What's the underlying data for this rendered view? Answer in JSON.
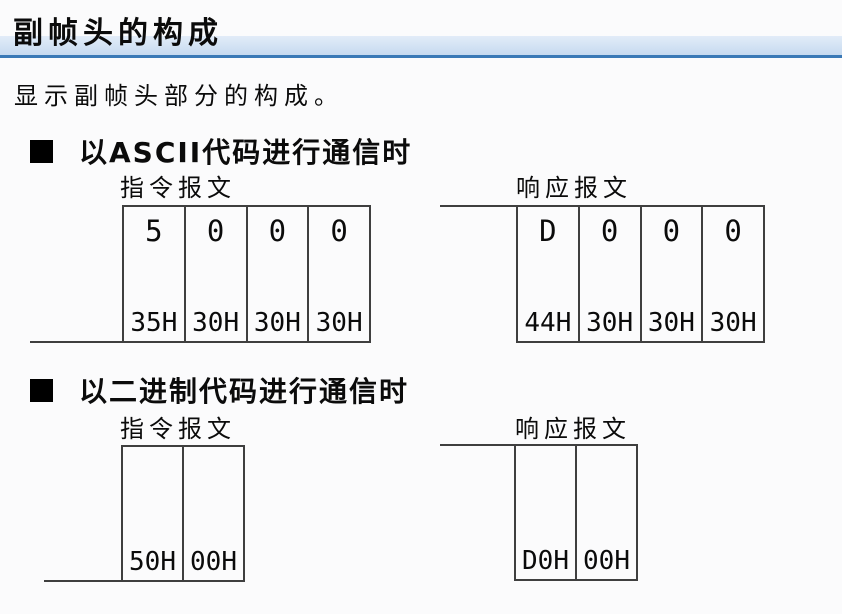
{
  "page": {
    "title": "副帧头的构成",
    "intro": "显示副帧头部分的构成。"
  },
  "colors": {
    "page_bg": "#fbfbfc",
    "band_top": "#e2ecf8",
    "band_bottom": "#c6daf0",
    "underline": "#3a79b6",
    "line": "#3f3f3f",
    "text": "#0b0b0b"
  },
  "sections": [
    {
      "heading": "以ASCII代码进行通信时",
      "tables": [
        {
          "label": "指令报文",
          "connector": "bottom-left",
          "columns": [
            {
              "char": "5",
              "hex": "35H"
            },
            {
              "char": "0",
              "hex": "30H"
            },
            {
              "char": "0",
              "hex": "30H"
            },
            {
              "char": "0",
              "hex": "30H"
            }
          ]
        },
        {
          "label": "响应报文",
          "connector": "top-left",
          "columns": [
            {
              "char": "D",
              "hex": "44H"
            },
            {
              "char": "0",
              "hex": "30H"
            },
            {
              "char": "0",
              "hex": "30H"
            },
            {
              "char": "0",
              "hex": "30H"
            }
          ]
        }
      ]
    },
    {
      "heading": "以二进制代码进行通信时",
      "tables": [
        {
          "label": "指令报文",
          "connector": "bottom-left",
          "columns": [
            {
              "char": "",
              "hex": "50H"
            },
            {
              "char": "",
              "hex": "00H"
            }
          ]
        },
        {
          "label": "响应报文",
          "connector": "top-left",
          "columns": [
            {
              "char": "",
              "hex": "D0H"
            },
            {
              "char": "",
              "hex": "00H"
            }
          ]
        }
      ]
    }
  ]
}
